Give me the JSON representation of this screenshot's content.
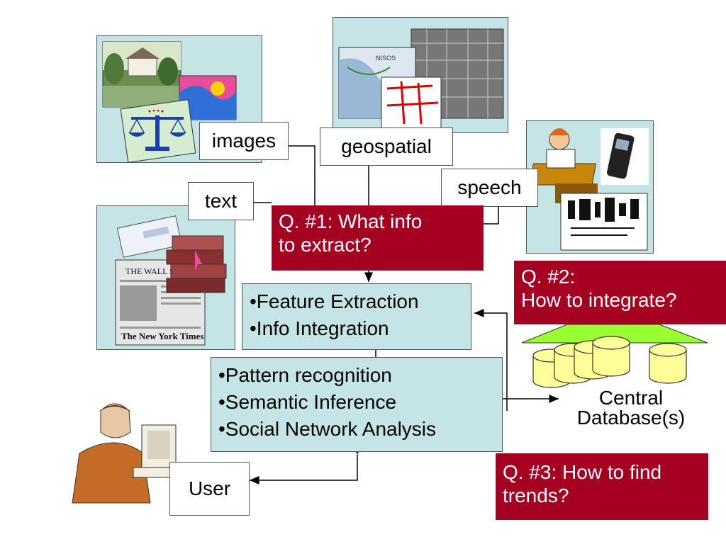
{
  "sources": {
    "images": "images",
    "geospatial": "geospatial",
    "speech": "speech",
    "text": "text"
  },
  "questions": {
    "q1": [
      "Q. #1: What info",
      "to extract?"
    ],
    "q2": [
      "Q. #2:",
      "How to integrate?"
    ],
    "q3": [
      "Q. #3: How to find",
      "trends?"
    ]
  },
  "processing": {
    "extraction": [
      "•Feature Extraction",
      "•Info Integration"
    ],
    "analysis": [
      "•Pattern recognition",
      "•Semantic Inference",
      "•Social Network Analysis"
    ]
  },
  "database": {
    "label": [
      "Central",
      "Database(s)"
    ]
  },
  "user": {
    "label": "User"
  },
  "newspaper": {
    "masthead": "The New York Times",
    "header": "THE WALL ST"
  },
  "colors": {
    "panel": "#c5e4e6",
    "question": "#a50021",
    "db": "#ffff99",
    "db_roof": "#99ff33"
  }
}
